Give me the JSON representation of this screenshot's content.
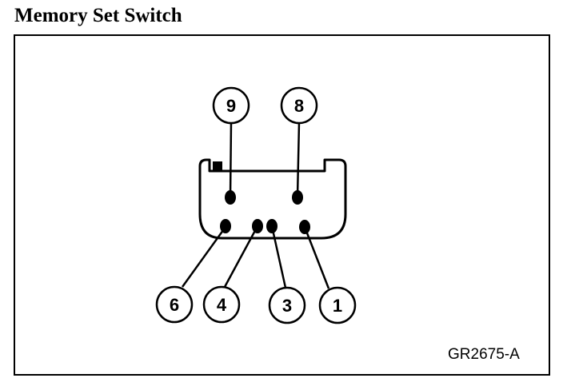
{
  "title": "Memory Set Switch",
  "figure_code": "GR2675-A",
  "pins": {
    "p9": "9",
    "p8": "8",
    "p6": "6",
    "p4": "4",
    "p3": "3",
    "p1": "1"
  },
  "colors": {
    "ink": "#000000",
    "paper": "#ffffff"
  }
}
